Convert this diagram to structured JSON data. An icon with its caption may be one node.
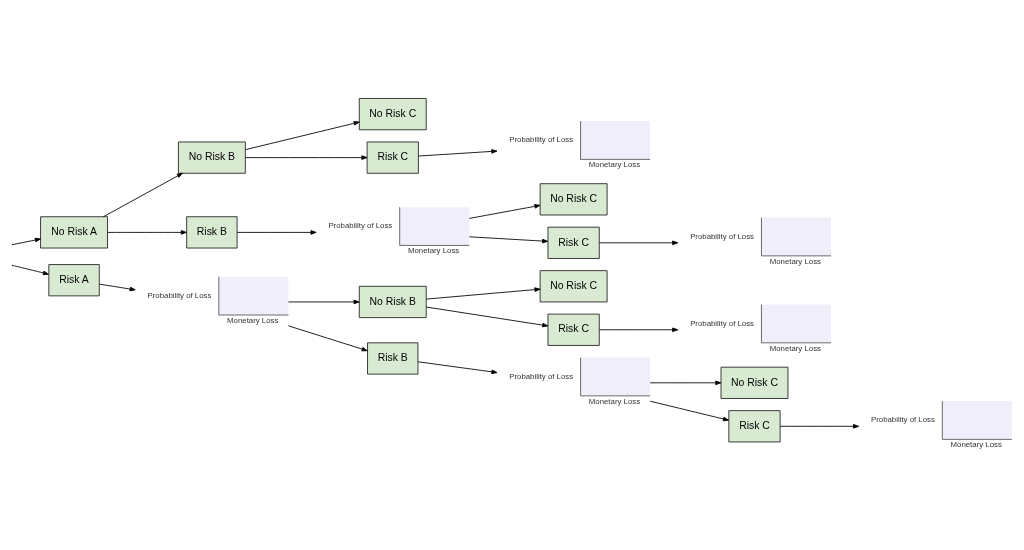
{
  "diagram": {
    "nodes": [
      {
        "text": [
          "No Risk A"
        ]
      },
      {
        "text": [
          "No Risk B"
        ]
      },
      {
        "text": [
          "No Risk C"
        ]
      },
      {
        "text": [
          "Risk C"
        ]
      },
      {
        "text": [
          "Probability of Loss",
          "Monetary Loss"
        ]
      },
      {
        "text": [
          "Risk B"
        ]
      },
      {
        "text": [
          "Probability of Loss",
          "Monetary Loss"
        ]
      },
      {
        "text": [
          "No Risk C"
        ]
      },
      {
        "text": [
          "Risk C"
        ]
      },
      {
        "text": [
          "Probability of Loss",
          "Monetary Loss"
        ]
      },
      {
        "text": [
          "Risk A"
        ]
      },
      {
        "text": [
          "Probability of Loss",
          "Monetary Loss"
        ]
      },
      {
        "text": [
          "No Risk B"
        ]
      },
      {
        "text": [
          "No Risk C"
        ]
      },
      {
        "text": [
          "Risk C"
        ]
      },
      {
        "text": [
          "Probability of Loss",
          "Monetary Loss"
        ]
      },
      {
        "text": [
          "Risk B"
        ]
      },
      {
        "text": [
          "Probability of Loss",
          "Monetary Loss"
        ]
      },
      {
        "text": [
          "No Risk C"
        ]
      },
      {
        "text": [
          "Risk C"
        ]
      },
      {
        "text": [
          "Probability of Loss",
          "Monetary Loss"
        ]
      }
    ],
    "edges": [
      {
        "from": null,
        "to": 0,
        "arrow": "to"
      },
      {
        "from": null,
        "to": 10,
        "arrow": "to"
      },
      {
        "from": 0,
        "to": 1,
        "arrow": "to"
      },
      {
        "from": 0,
        "to": 5,
        "arrow": "to"
      },
      {
        "from": 1,
        "to": 2,
        "arrow": "to"
      },
      {
        "from": 1,
        "to": 3,
        "arrow": "to"
      },
      {
        "from": 3,
        "to": 4,
        "arrow": "to"
      },
      {
        "from": 5,
        "to": 6,
        "arrow": "to"
      },
      {
        "from": 6,
        "to": 7,
        "arrow": "to"
      },
      {
        "from": 6,
        "to": 8,
        "arrow": "to"
      },
      {
        "from": 8,
        "to": 9,
        "arrow": "to"
      },
      {
        "from": 10,
        "to": 11,
        "arrow": "to"
      },
      {
        "from": 11,
        "to": 12,
        "arrow": "to"
      },
      {
        "from": 11,
        "to": 16,
        "arrow": "to"
      },
      {
        "from": 12,
        "to": 13,
        "arrow": "to"
      },
      {
        "from": 12,
        "to": 14,
        "arrow": "to"
      },
      {
        "from": 14,
        "to": 15,
        "arrow": "to"
      },
      {
        "from": 16,
        "to": 17,
        "arrow": "to"
      },
      {
        "from": 17,
        "to": 18,
        "arrow": "to"
      },
      {
        "from": 17,
        "to": 19,
        "arrow": "to"
      },
      {
        "from": 19,
        "to": 20,
        "arrow": "to"
      }
    ]
  }
}
